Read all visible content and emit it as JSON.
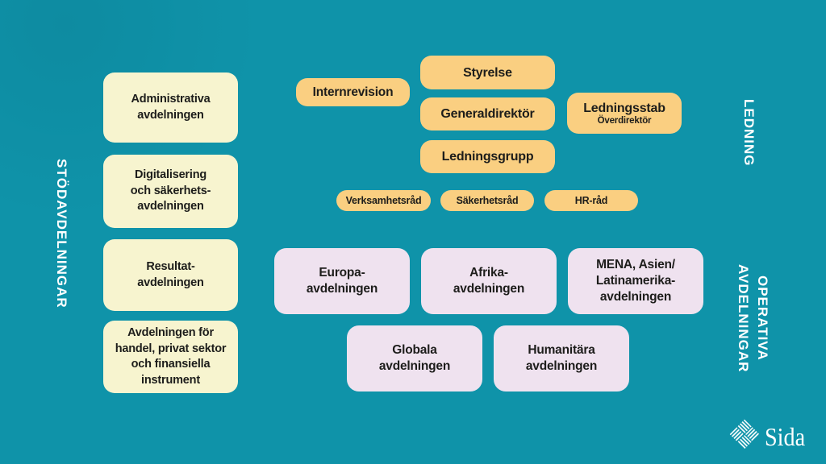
{
  "colors": {
    "background": "#0F93A9",
    "support_box": "#F7F4CF",
    "management_box": "#FACF81",
    "operations_box": "#EFE2EF",
    "box_text": "#1D1D1B",
    "section_label_text": "#FFFFFF"
  },
  "support": {
    "label": "STÖDAVDELNINGAR",
    "boxes": [
      {
        "label": "Administrativa\navdelningen"
      },
      {
        "label": "Digitalisering\noch säkerhets-\navdelningen"
      },
      {
        "label": "Resultat-\navdelningen"
      },
      {
        "label": "Avdelningen för\nhandel, privat sektor\noch finansiella\ninstrument"
      }
    ]
  },
  "management": {
    "label": "LEDNING",
    "internal_audit": {
      "label": "Internrevision"
    },
    "board": {
      "label": "Styrelse"
    },
    "director_general": {
      "label": "Generaldirektör"
    },
    "staff": {
      "label": "Ledningsstab",
      "sublabel": "Överdirektör"
    },
    "management_group": {
      "label": "Ledningsgrupp"
    },
    "councils": [
      {
        "label": "Verksamhetsråd"
      },
      {
        "label": "Säkerhetsråd"
      },
      {
        "label": "HR-råd"
      }
    ]
  },
  "operations": {
    "label": "OPERATIVA\nAVDELNINGAR",
    "boxes": [
      {
        "label": "Europa-\navdelningen"
      },
      {
        "label": "Afrika-\navdelningen"
      },
      {
        "label": "MENA, Asien/\nLatinamerika-\navdelningen"
      },
      {
        "label": "Globala\navdelningen"
      },
      {
        "label": "Humanitära\navdelningen"
      }
    ]
  },
  "logo": {
    "text": "Sida",
    "icon": "sida-weave-icon"
  }
}
